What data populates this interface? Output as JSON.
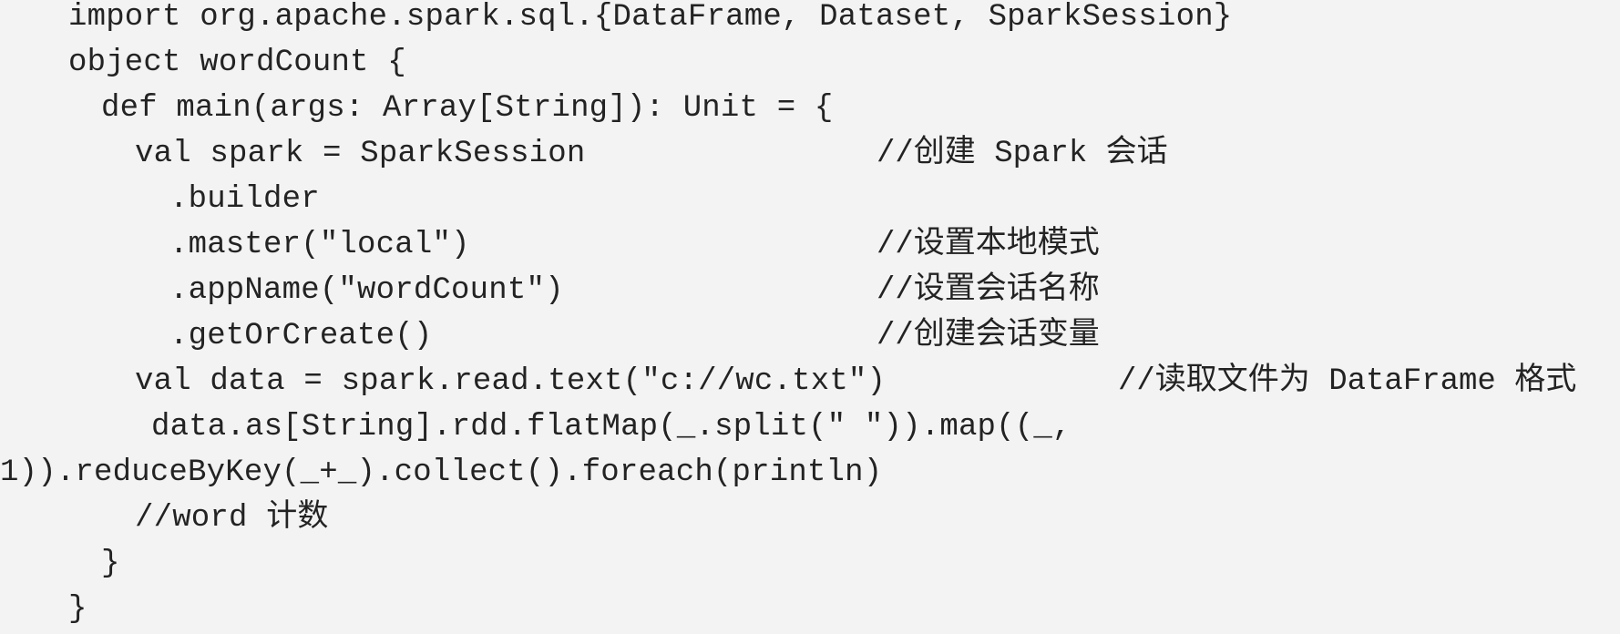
{
  "code": {
    "lines": [
      "import org.apache.spark.sql.{DataFrame, Dataset, SparkSession}",
      "object wordCount {",
      "def main(args: Array[String]): Unit = {",
      "val spark = SparkSession",
      ".builder",
      ".master(\"local\")",
      ".appName(\"wordCount\")",
      ".getOrCreate()",
      "val data = spark.read.text(\"c://wc.txt\")",
      "data.as[String].rdd.flatMap(_.split(\" \")).map((_,",
      "1)).reduceByKey(_+_).collect().foreach(println)",
      "//word 计数",
      "}",
      "}"
    ],
    "comments": {
      "create_session": "//创建 Spark 会话",
      "set_local_mode": "//设置本地模式",
      "set_session_name": "//设置会话名称",
      "create_session_var": "//创建会话变量",
      "read_file": "//读取文件为 DataFrame 格式"
    }
  }
}
